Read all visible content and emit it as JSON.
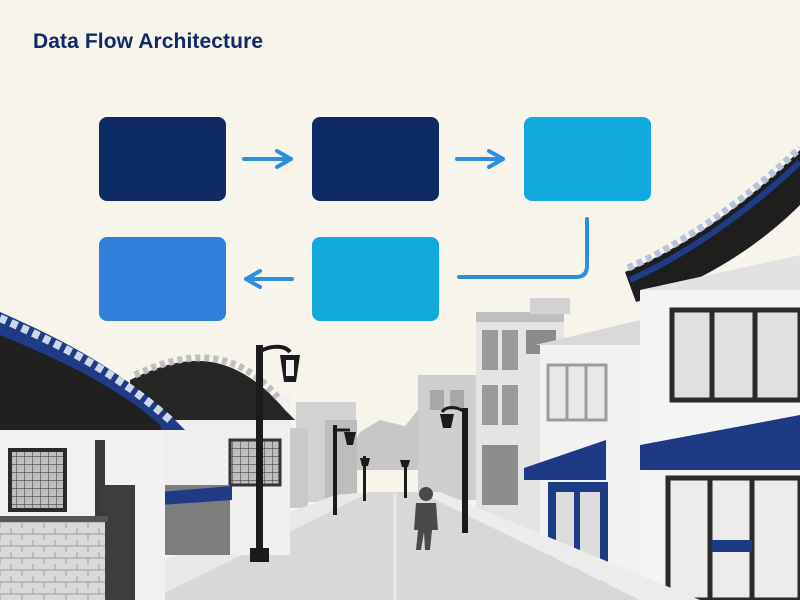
{
  "title": "Data Flow Architecture",
  "colors": {
    "background": "#f7f4ec",
    "title": "#0f2a66",
    "box_dark_navy": "#0e2c63",
    "box_cyan": "#12a9dd",
    "box_blue": "#2f7fdc",
    "arrow": "#2b8ee0",
    "roof_navy": "#1f3b86",
    "awning_navy": "#1d3a85"
  },
  "diagram": {
    "nodes": [
      {
        "id": "n1",
        "row": 1,
        "col": 1,
        "color": "#0e2c63",
        "label": ""
      },
      {
        "id": "n2",
        "row": 1,
        "col": 2,
        "color": "#0e2c63",
        "label": ""
      },
      {
        "id": "n3",
        "row": 1,
        "col": 3,
        "color": "#12a9dd",
        "label": ""
      },
      {
        "id": "n4",
        "row": 2,
        "col": 2,
        "color": "#12a9dd",
        "label": ""
      },
      {
        "id": "n5",
        "row": 2,
        "col": 1,
        "color": "#2f7fdc",
        "label": ""
      }
    ],
    "edges": [
      {
        "from": "n1",
        "to": "n2"
      },
      {
        "from": "n2",
        "to": "n3"
      },
      {
        "from": "n3",
        "to": "n4"
      },
      {
        "from": "n4",
        "to": "n5"
      }
    ]
  },
  "illustration": {
    "subject": "street scene with traditional hanok roofs, modern buildings, street lamps and a pedestrian"
  }
}
